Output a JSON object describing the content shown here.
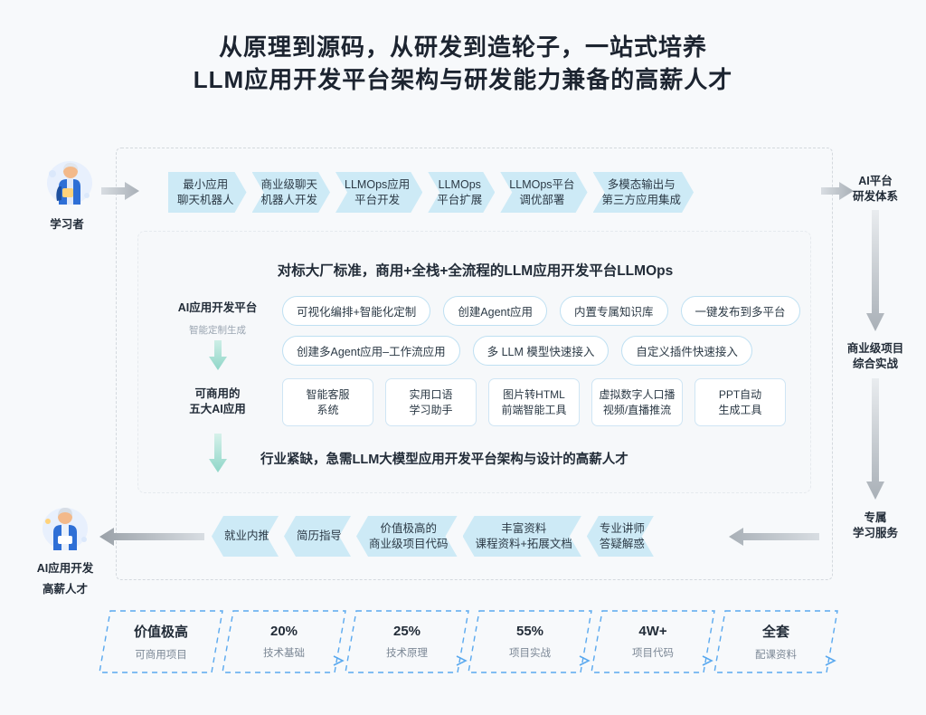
{
  "title": {
    "line1": "从原理到源码，从研发到造轮子，一站式培养",
    "line2": "LLM应用开发平台架构与研发能力兼备的高薪人才"
  },
  "colors": {
    "page_bg": "#f7f9fb",
    "chevron_fill": "#cdeaf6",
    "pill_border": "#bfe0f2",
    "mint_arrow": "#9fdcd0",
    "gray_arrow": "#b6bcc2",
    "stat_dash": "#5aa9ef"
  },
  "left_actors": {
    "top": {
      "label_line1": "学习者",
      "icon": "student-illustration"
    },
    "bottom": {
      "label_line1": "AI应用开发",
      "label_line2": "高薪人才",
      "icon": "developer-illustration"
    }
  },
  "right_labels": [
    {
      "line1": "AI平台",
      "line2": "研发体系"
    },
    {
      "line1": "商业级项目",
      "line2": "综合实战"
    },
    {
      "line1": "专属",
      "line2": "学习服务"
    }
  ],
  "top_flow": [
    {
      "line1": "最小应用",
      "line2": "聊天机器人"
    },
    {
      "line1": "商业级聊天",
      "line2": "机器人开发"
    },
    {
      "line1": "LLMOps应用",
      "line2": "平台开发"
    },
    {
      "line1": "LLMOps",
      "line2": "平台扩展"
    },
    {
      "line1": "LLMOps平台",
      "line2": "调优部署"
    },
    {
      "line1": "多模态输出与",
      "line2": "第三方应用集成"
    }
  ],
  "platform_panel": {
    "heading": "对标大厂标准，商用+全栈+全流程的LLM应用开发平台LLMOps",
    "footer": "行业紧缺，急需LLM大模型应用开发平台架构与设计的高薪人才",
    "side": {
      "label_platform": "AI应用开发平台",
      "label_generate": "智能定制生成",
      "label_apps_line1": "可商用的",
      "label_apps_line2": "五大AI应用"
    },
    "pills_row1": [
      "可视化编排+智能化定制",
      "创建Agent应用",
      "内置专属知识库",
      "一键发布到多平台"
    ],
    "pills_row2": [
      "创建多Agent应用–工作流应用",
      "多 LLM 模型快速接入",
      "自定义插件快速接入"
    ],
    "apps": [
      {
        "line1": "智能客服",
        "line2": "系统"
      },
      {
        "line1": "实用口语",
        "line2": "学习助手"
      },
      {
        "line1": "图片转HTML",
        "line2": "前端智能工具"
      },
      {
        "line1": "虚拟数字人口播",
        "line2": "视频/直播推流"
      },
      {
        "line1": "PPT自动",
        "line2": "生成工具"
      }
    ]
  },
  "bottom_flow": [
    {
      "line1": "就业内推",
      "line2": ""
    },
    {
      "line1": "简历指导",
      "line2": ""
    },
    {
      "line1": "价值极高的",
      "line2": "商业级项目代码"
    },
    {
      "line1": "丰富资料",
      "line2": "课程资料+拓展文档"
    },
    {
      "line1": "专业讲师",
      "line2": "答疑解惑"
    }
  ],
  "stats": [
    {
      "big": "价值极高",
      "small": "可商用项目"
    },
    {
      "big": "20%",
      "small": "技术基础"
    },
    {
      "big": "25%",
      "small": "技术原理"
    },
    {
      "big": "55%",
      "small": "项目实战"
    },
    {
      "big": "4W+",
      "small": "项目代码"
    },
    {
      "big": "全套",
      "small": "配课资料"
    }
  ]
}
